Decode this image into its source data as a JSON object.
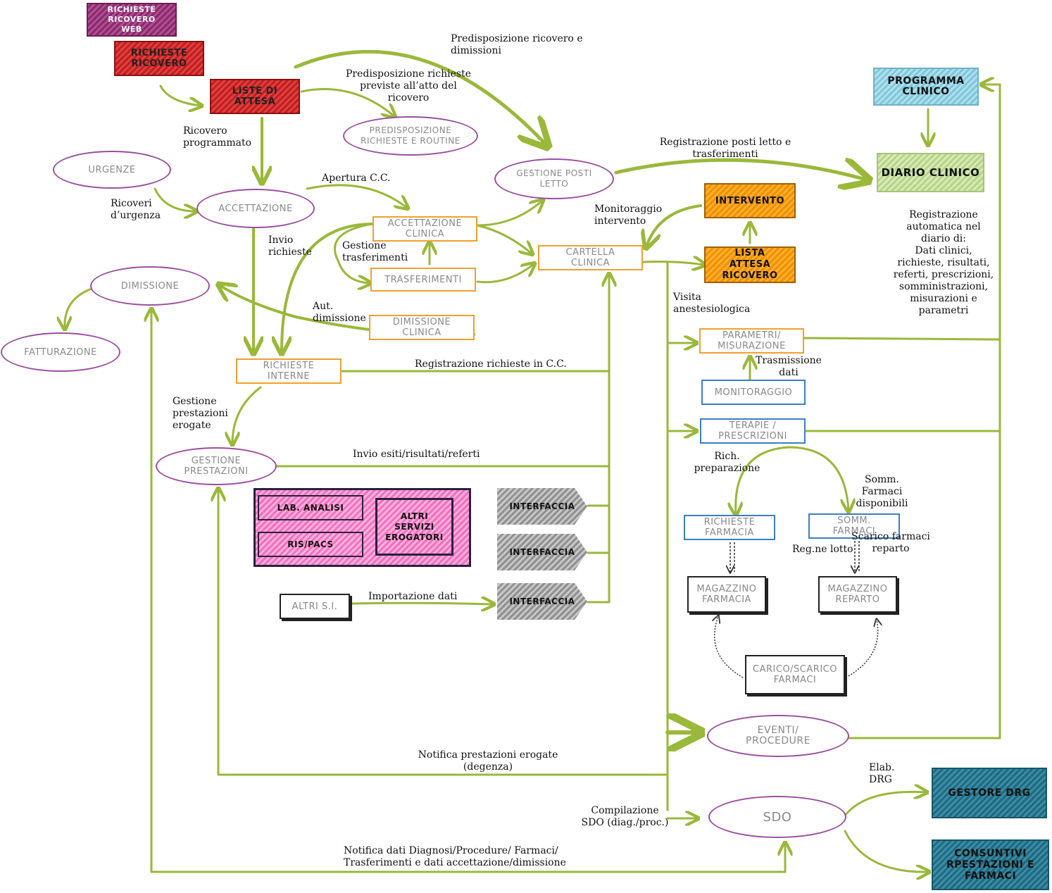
{
  "colors": {
    "arrow": "#9ab83a",
    "ellipse": "#9a4fa0",
    "orange": "#f0a030",
    "blue": "#3a7fc0"
  },
  "nodes": {
    "richieste_ricovero_web": "RICHIESTE\nRICOVERO\nWEB",
    "richieste_ricovero": "RICHIESTE\nRICOVERO",
    "liste_di_attesa": "LISTE DI\nATTESA",
    "predisposizione_richieste_routine": "PREDISPOSIZIONE\nRICHIESTE E ROUTINE",
    "urgenze": "URGENZE",
    "accettazione": "ACCETTAZIONE",
    "gestione_posti_letto": "GESTIONE POSTI\nLETTO",
    "accettazione_clinica": "ACCETTAZIONE\nCLINICA",
    "trasferimenti": "TRASFERIMENTI",
    "cartella_clinica": "CARTELLA\nCLINICA",
    "dimissione": "DIMISSIONE",
    "fatturazione": "FATTURAZIONE",
    "dimissione_clinica": "DIMISSIONE\nCLINICA",
    "richieste_interne": "RICHIESTE\nINTERNE",
    "gestione_prestazioni": "GESTIONE\nPRESTAZIONI",
    "lab_analisi": "LAB. ANALISI",
    "ris_pacs": "RIS/PACS",
    "altri_servizi_erogatori": "ALTRI\nSERVIZI\nEROGATORI",
    "interfaccia_1": "INTERFACCIA",
    "interfaccia_2": "INTERFACCIA",
    "interfaccia_3": "INTERFACCIA",
    "altri_si": "ALTRI S.I.",
    "intervento": "INTERVENTO",
    "lista_attesa_ricovero": "LISTA\nATTESA\nRICOVERO",
    "programma_clinico": "PROGRAMMA\nCLINICO",
    "diario_clinico": "DIARIO CLINICO",
    "parametri_misurazione": "PARAMETRI/\nMISURAZIONE",
    "monitoraggio": "MONITORAGGIO",
    "terapie_prescrizioni": "TERAPIE /\nPRESCRIZIONI",
    "richieste_farmacia": "RICHIESTE\nFARMACIA",
    "somm_farmaci": "SOMM.\nFARMACI",
    "magazzino_farmacia": "MAGAZZINO\nFARMACIA",
    "magazzino_reparto": "MAGAZZINO\nREPARTO",
    "carico_scarico_farmaci": "CARICO/SCARICO\nFARMACI",
    "eventi_procedure": "EVENTI/\nPROCEDURE",
    "sdo": "SDO",
    "gestore_drg": "GESTORE DRG",
    "consuntivi": "CONSUNTIVI\nRPESTAZIONI E\nFARMACI"
  },
  "labels": {
    "predisposizione_ricovero_dimissioni": "Predisposizione ricovero e\ndimissioni",
    "predisposizione_richieste_previste": "Predisposizione richieste\npreviste all’atto del\nricovero",
    "ricovero_programmato": "Ricovero\nprogrammato",
    "ricoveri_urgenza": "Ricoveri\nd’urgenza",
    "apertura_cc": "Apertura C.C.",
    "registrazione_posti_letto": "Registrazione posti letto e\ntrasferimenti",
    "monitoraggio_intervento": "Monitoraggio\nintervento",
    "invio_richieste": "Invio\nrichieste",
    "gestione_trasferimenti": "Gestione\ntrasferimenti",
    "aut_dimissione": "Aut.\ndimissione",
    "visita_anestesiologica": "Visita\nanestesiologica",
    "registrazione_automatica": "Registrazione\nautomatica nel\ndiario di:\nDati clinici,\nrichieste, risultati,\nreferti, prescrizioni,\nsomministrazioni,\nmisurazioni e\nparametri",
    "registrazione_richieste_cc": "Registrazione richieste in C.C.",
    "trasmissione_dati": "Trasmissione\ndati",
    "gestione_prestazioni_erogate": "Gestione\nprestazioni\nerogate",
    "invio_esiti": "Invio esiti/risultati/referti",
    "rich_preparazione": "Rich.\npreparazione",
    "somm_farmaci_disponibili": "Somm.\nFarmaci\ndisponibili",
    "scarico_farmaci_reparto": "Scarico farmaci\nreparto",
    "reg_ne_lotto": "Reg.ne lotto",
    "importazione_dati": "Importazione dati",
    "notifica_prestazioni_erogate": "Notifica prestazioni erogate\n(degenza)",
    "elab_drg": "Elab.\nDRG",
    "compilazione_sdo": "Compilazione\nSDO (diag./proc.)",
    "notifica_dati_diagnosi": "Notifica dati Diagnosi/Procedure/ Farmaci/\nTrasferimenti e dati accettazione/dimissione"
  }
}
